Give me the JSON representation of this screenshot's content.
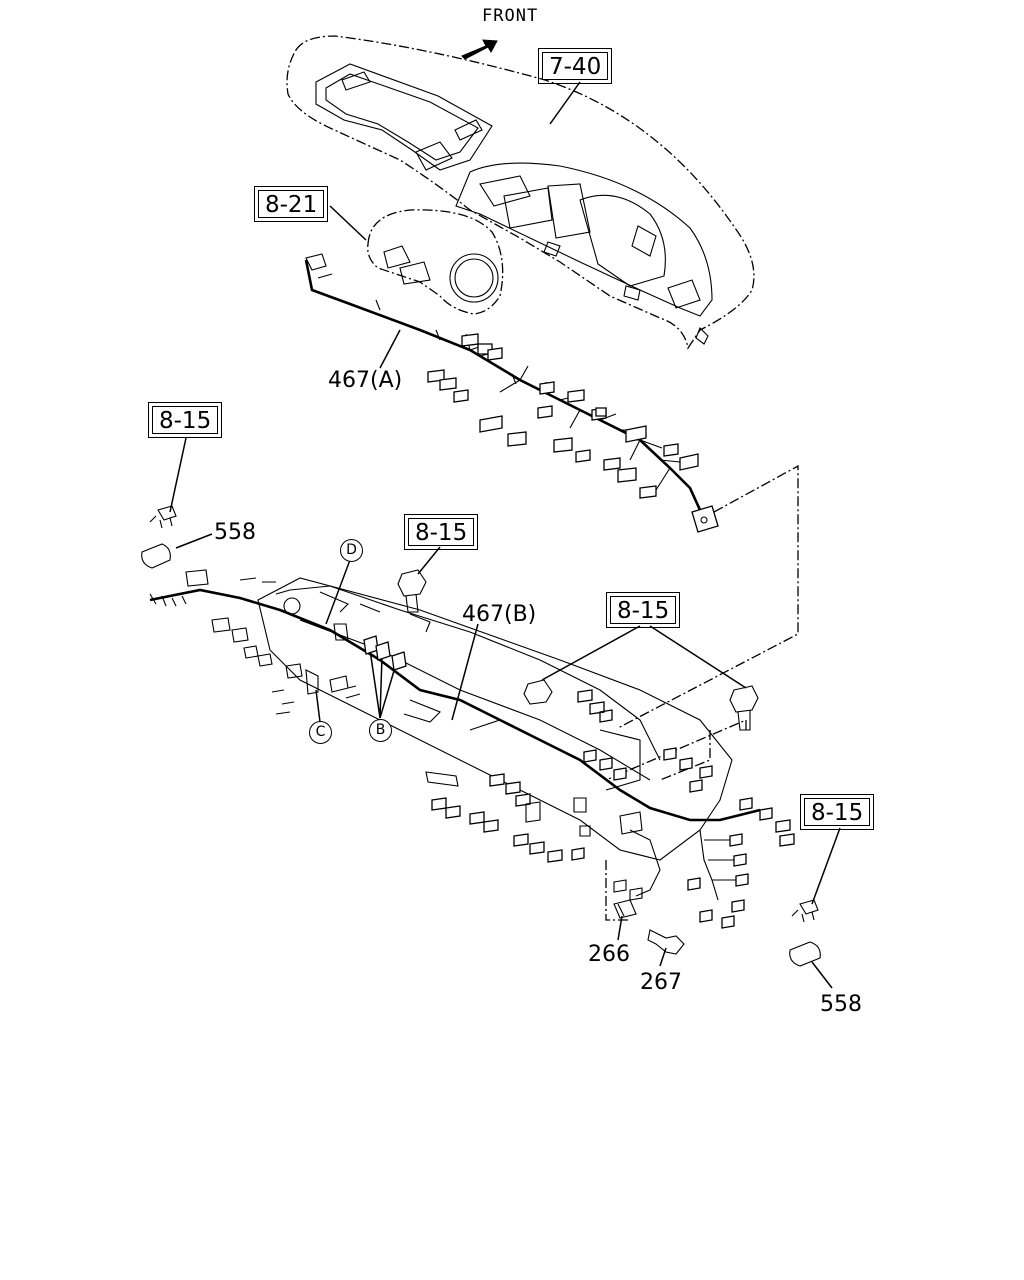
{
  "direction_label": "FRONT",
  "reference_boxes": {
    "dashboard_panel": "7-40",
    "meter_cluster": "8-21",
    "clip_upper_left": "8-15",
    "bolt_center": "8-15",
    "nut_center_right": "8-15",
    "clip_lower_right": "8-15"
  },
  "part_labels": {
    "harness_a": "467(A)",
    "harness_b": "467(B)",
    "cap_left": "558",
    "cap_right": "558",
    "bracket": "266",
    "bolt": "267"
  },
  "connector_markers": {
    "b": "B",
    "c": "C",
    "d": "D"
  },
  "icons": {
    "front_arrow": "arrow-icon"
  }
}
